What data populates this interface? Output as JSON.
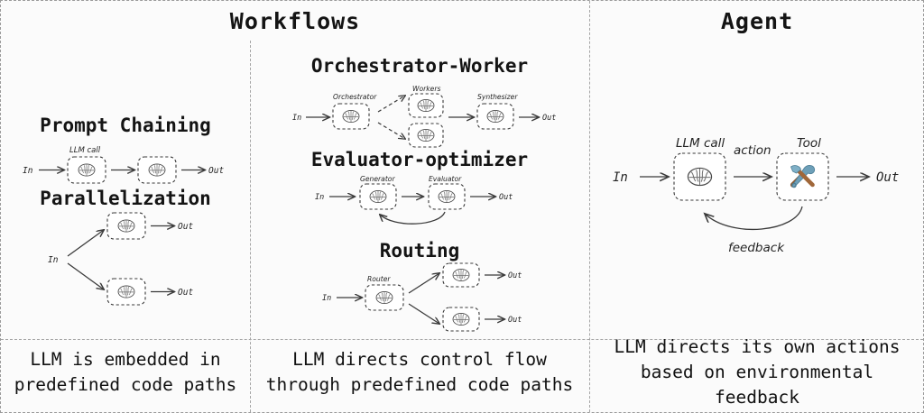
{
  "figure": {
    "background_color": "#fafafa",
    "line_color": "#3a3a3a",
    "border_style": "dashed"
  },
  "columns": {
    "workflows_header": "Workflows",
    "agent_header": "Agent"
  },
  "captions": {
    "workflows_left": "LLM is embedded in\npredefined code paths",
    "workflows_mid": "LLM directs control flow\nthrough predefined code paths",
    "agent": "LLM directs its own actions\nbased on environmental feedback"
  },
  "patterns": {
    "prompt_chaining": {
      "title": "Prompt Chaining",
      "input_label": "In",
      "output_label": "Out",
      "node_label": "LLM call",
      "nodes": [
        "LLM call",
        ""
      ],
      "node_icons": [
        "brain-icon",
        "brain-icon"
      ]
    },
    "parallelization": {
      "title": "Parallelization",
      "input_label": "In",
      "output_labels": [
        "Out",
        "Out"
      ],
      "node_icons": [
        "brain-icon",
        "brain-icon"
      ]
    },
    "orchestrator_worker": {
      "title": "Orchestrator-Worker",
      "input_label": "In",
      "output_label": "Out",
      "orchestrator_label": "Orchestrator",
      "workers_label": "Workers",
      "synthesizer_label": "Synthesizer",
      "node_icons": [
        "brain-icon",
        "brain-icon",
        "brain-icon",
        "brain-icon"
      ]
    },
    "evaluator_optimizer": {
      "title": "Evaluator-optimizer",
      "input_label": "In",
      "output_label": "Out",
      "generator_label": "Generator",
      "evaluator_label": "Evaluator",
      "node_icons": [
        "brain-icon",
        "brain-icon"
      ]
    },
    "routing": {
      "title": "Routing",
      "input_label": "In",
      "router_label": "Router",
      "output_labels": [
        "Out",
        "Out"
      ],
      "node_icons": [
        "brain-icon",
        "brain-icon",
        "brain-icon"
      ]
    },
    "agent": {
      "input_label": "In",
      "output_label": "Out",
      "llm_label": "LLM call",
      "tool_label": "Tool",
      "action_label": "action",
      "feedback_label": "feedback",
      "llm_icon": "brain-icon",
      "tool_icon": "hammer-and-wrench-icon"
    }
  }
}
